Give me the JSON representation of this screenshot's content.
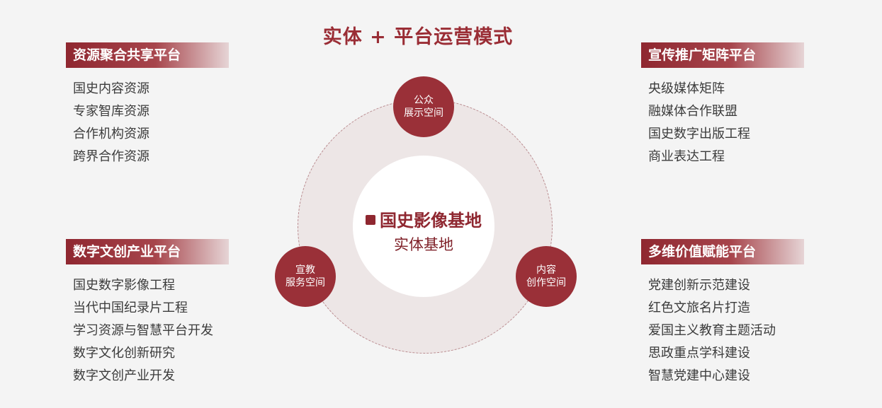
{
  "title": "实体 + 平台运营模式",
  "panels": {
    "top_left": {
      "heading": "资源聚合共享平台",
      "items": [
        "国史内容资源",
        "专家智库资源",
        "合作机构资源",
        "跨界合作资源"
      ]
    },
    "bottom_left": {
      "heading": "数字文创产业平台",
      "items": [
        "国史数字影像工程",
        "当代中国纪录片工程",
        "学习资源与智慧平台开发",
        "数字文化创新研究",
        "数字文创产业开发"
      ]
    },
    "top_right": {
      "heading": "宣传推广矩阵平台",
      "items": [
        "央级媒体矩阵",
        "融媒体合作联盟",
        "国史数字出版工程",
        "商业表达工程"
      ]
    },
    "bottom_right": {
      "heading": "多维价值赋能平台",
      "items": [
        "党建创新示范建设",
        "红色文旅名片打造",
        "爱国主义教育主题活动",
        "思政重点学科建设",
        "智慧党建中心建设"
      ]
    }
  },
  "center": {
    "logo_text": "国史影像基地",
    "label": "实体基地",
    "nodes": {
      "top": {
        "line1": "公众",
        "line2": "展示空间"
      },
      "left": {
        "line1": "宣教",
        "line2": "服务空间"
      },
      "right": {
        "line1": "内容",
        "line2": "创作空间"
      }
    }
  },
  "colors": {
    "accent": "#9a2d35",
    "background": "#f4f4f4",
    "ring": "#ede6e6"
  }
}
